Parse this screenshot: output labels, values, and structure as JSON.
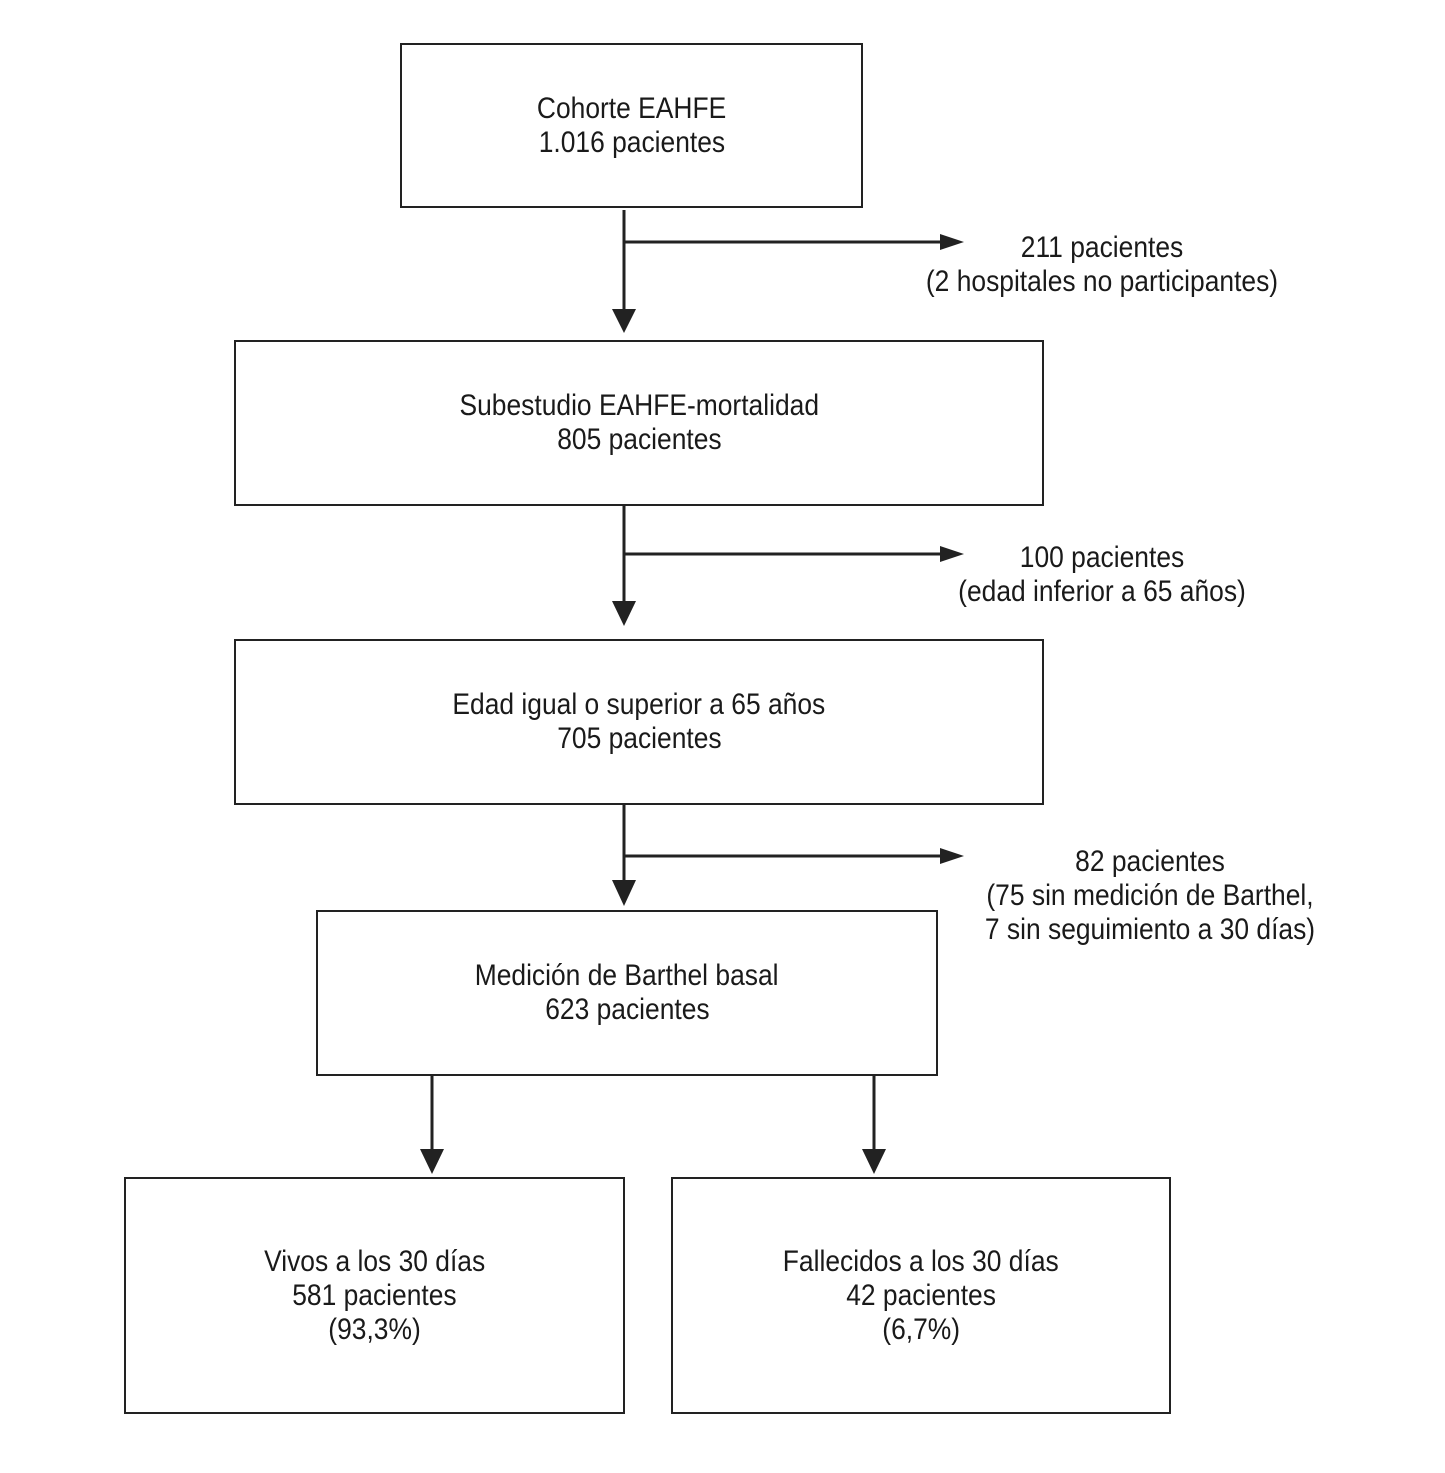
{
  "boxes": {
    "cohort": {
      "line1": "Cohorte EAHFE",
      "line2": "1.016 pacientes"
    },
    "substudy": {
      "line1": "Subestudio EAHFE-mortalidad",
      "line2": "805 pacientes"
    },
    "age65": {
      "line1": "Edad igual o superior a 65 años",
      "line2": "705 pacientes"
    },
    "barthel": {
      "line1": "Medición de Barthel basal",
      "line2": "623 pacientes"
    },
    "alive": {
      "line1": "Vivos a los 30  días",
      "line2": "581 pacientes",
      "line3": "(93,3%)"
    },
    "deceased": {
      "line1": "Fallecidos a los 30  días",
      "line2": "42 pacientes",
      "line3": "(6,7%)"
    }
  },
  "exclusions": {
    "first": {
      "line1": "211 pacientes",
      "line2": "(2 hospitales no participantes)"
    },
    "second": {
      "line1": "100 pacientes",
      "line2": "(edad inferior a 65 años)"
    },
    "third": {
      "line1": "82 pacientes",
      "line2": "(75 sin medición de Barthel,",
      "line3": "7 sin seguimiento a 30 días)"
    }
  }
}
